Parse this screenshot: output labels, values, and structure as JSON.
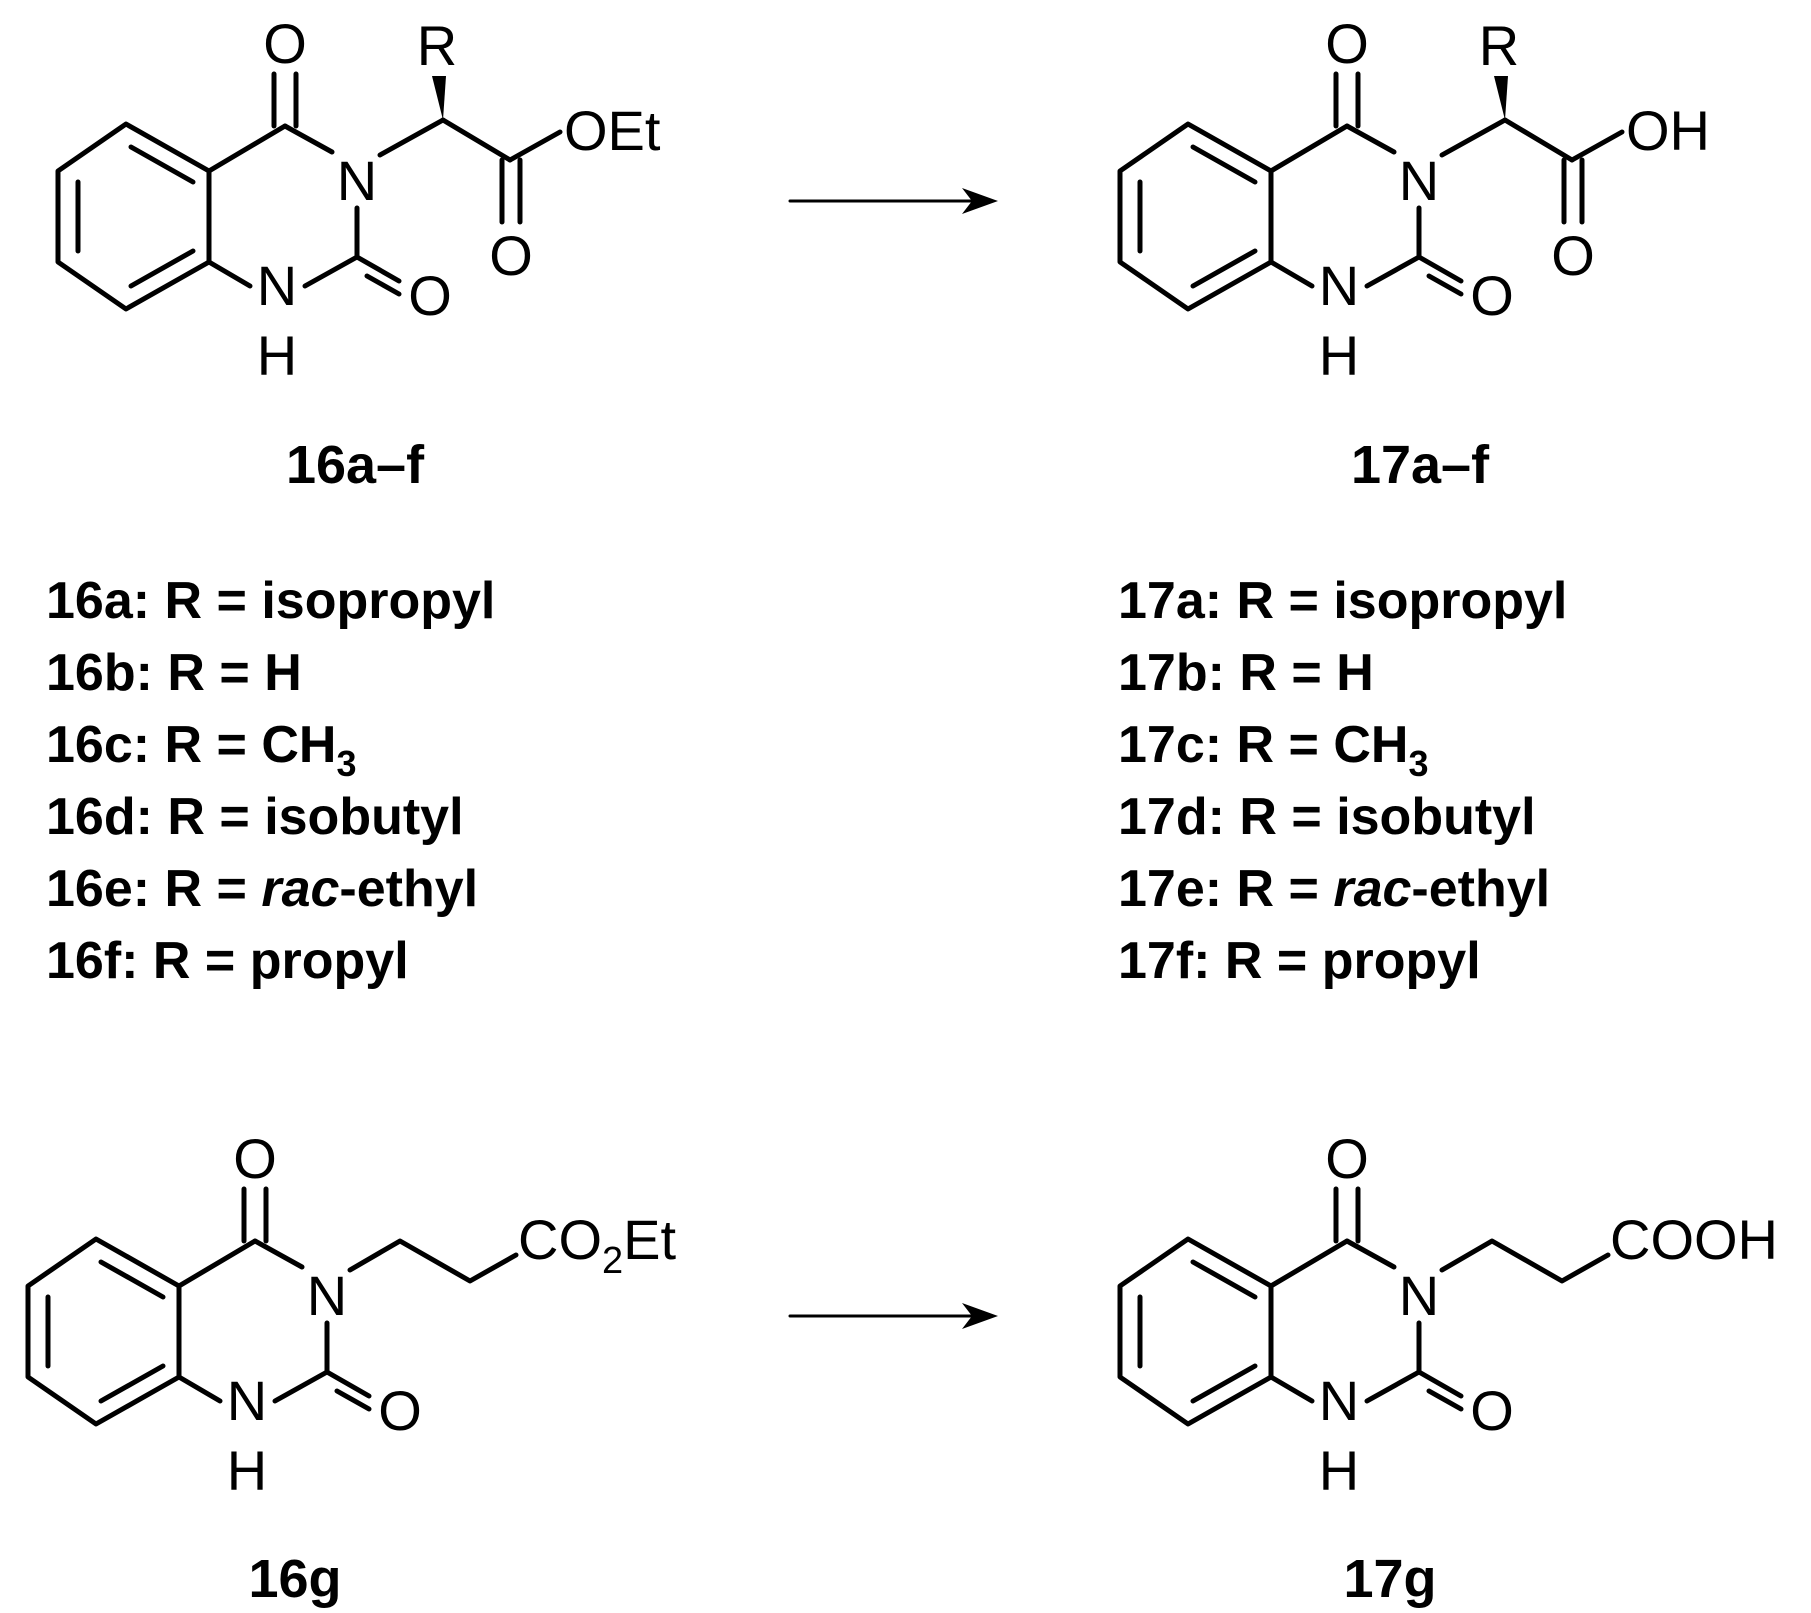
{
  "atoms": {
    "O": "O",
    "N": "N",
    "H": "H",
    "R": "R",
    "OEt": "OEt",
    "OH": "OH",
    "CO": "CO",
    "two": "2",
    "Et": "Et",
    "COOH": "COOH"
  },
  "compounds": {
    "c16af": "16a–f",
    "c17af": "17a–f",
    "c16g": "16g",
    "c17g": "17g"
  },
  "substituents_16": [
    {
      "id": "16a:",
      "eq": " R = ",
      "pre": "",
      "ital": "",
      "post": "isopropyl",
      "sub": ""
    },
    {
      "id": "16b:",
      "eq": " R = ",
      "pre": "",
      "ital": "",
      "post": "H",
      "sub": ""
    },
    {
      "id": "16c:",
      "eq": " R = ",
      "pre": "",
      "ital": "",
      "post": "CH",
      "sub": "3"
    },
    {
      "id": "16d:",
      "eq": " R = ",
      "pre": "",
      "ital": "",
      "post": "isobutyl",
      "sub": ""
    },
    {
      "id": "16e:",
      "eq": " R = ",
      "pre": "",
      "ital": "rac",
      "post": "-ethyl",
      "sub": ""
    },
    {
      "id": "16f:",
      "eq": " R = ",
      "pre": "",
      "ital": "",
      "post": "propyl",
      "sub": ""
    }
  ],
  "substituents_17": [
    {
      "id": "17a:",
      "eq": " R = ",
      "pre": "",
      "ital": "",
      "post": "isopropyl",
      "sub": ""
    },
    {
      "id": "17b:",
      "eq": " R = ",
      "pre": "",
      "ital": "",
      "post": "H",
      "sub": ""
    },
    {
      "id": "17c:",
      "eq": " R = ",
      "pre": "",
      "ital": "",
      "post": "CH",
      "sub": "3"
    },
    {
      "id": "17d:",
      "eq": " R = ",
      "pre": "",
      "ital": "",
      "post": "isobutyl",
      "sub": ""
    },
    {
      "id": "17e:",
      "eq": " R = ",
      "pre": "",
      "ital": "rac",
      "post": "-ethyl",
      "sub": ""
    },
    {
      "id": "17f:",
      "eq": " R = ",
      "pre": "",
      "ital": "",
      "post": "propyl",
      "sub": ""
    }
  ]
}
